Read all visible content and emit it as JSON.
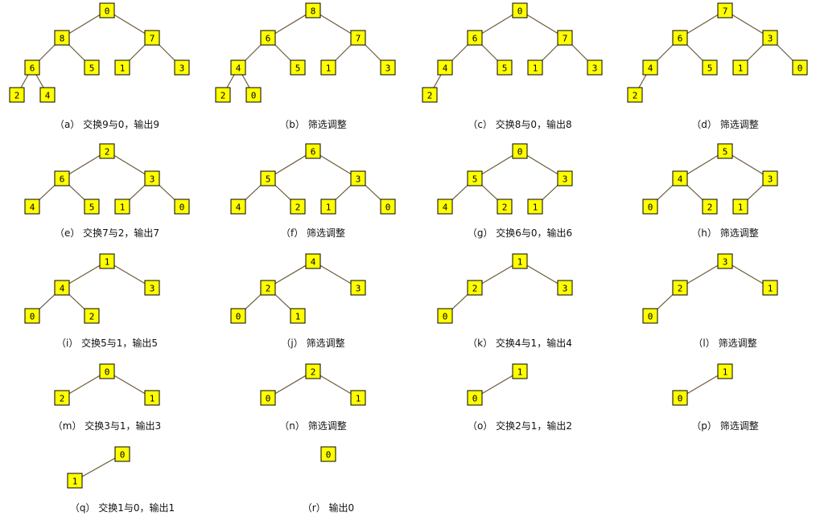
{
  "colors": {
    "node_fill": "#ffff00",
    "node_border": "#000000",
    "edge": "#6b5a3a"
  },
  "panels": [
    {
      "label": "（a） 交换9与0，输出9",
      "tree": [
        0,
        8,
        7,
        6,
        5,
        1,
        3,
        2,
        4
      ]
    },
    {
      "label": "（b） 筛选调整",
      "tree": [
        8,
        6,
        7,
        4,
        5,
        1,
        3,
        2,
        0
      ]
    },
    {
      "label": "（c） 交换8与0，输出8",
      "tree": [
        0,
        6,
        7,
        4,
        5,
        1,
        3,
        2
      ]
    },
    {
      "label": "（d） 筛选调整",
      "tree": [
        7,
        6,
        3,
        4,
        5,
        1,
        0,
        2
      ]
    },
    {
      "label": "（e） 交换7与2，输出7",
      "tree": [
        2,
        6,
        3,
        4,
        5,
        1,
        0
      ]
    },
    {
      "label": "（f） 筛选调整",
      "tree": [
        6,
        5,
        3,
        4,
        2,
        1,
        0
      ]
    },
    {
      "label": "（g） 交换6与0，输出6",
      "tree": [
        0,
        5,
        3,
        4,
        2,
        1
      ]
    },
    {
      "label": "（h） 筛选调整",
      "tree": [
        5,
        4,
        3,
        0,
        2,
        1
      ]
    },
    {
      "label": "（i） 交换5与1，输出5",
      "tree": [
        1,
        4,
        3,
        0,
        2
      ]
    },
    {
      "label": "（j） 筛选调整",
      "tree": [
        4,
        2,
        3,
        0,
        1
      ]
    },
    {
      "label": "（k） 交换4与1，输出4",
      "tree": [
        1,
        2,
        3,
        0
      ]
    },
    {
      "label": "（l） 筛选调整",
      "tree": [
        3,
        2,
        1,
        0
      ]
    },
    {
      "label": "（m） 交换3与1，输出3",
      "tree": [
        0,
        2,
        1
      ]
    },
    {
      "label": "（n） 筛选调整",
      "tree": [
        2,
        0,
        1
      ]
    },
    {
      "label": "（o） 交换2与1，输出2",
      "tree": [
        1,
        0
      ]
    },
    {
      "label": "（p） 筛选调整",
      "tree": [
        1,
        0
      ]
    },
    {
      "label": "（q） 交换1与0，输出1",
      "tree": [
        0,
        1
      ]
    },
    {
      "label": "（r） 输出0",
      "tree": [
        0
      ]
    }
  ]
}
